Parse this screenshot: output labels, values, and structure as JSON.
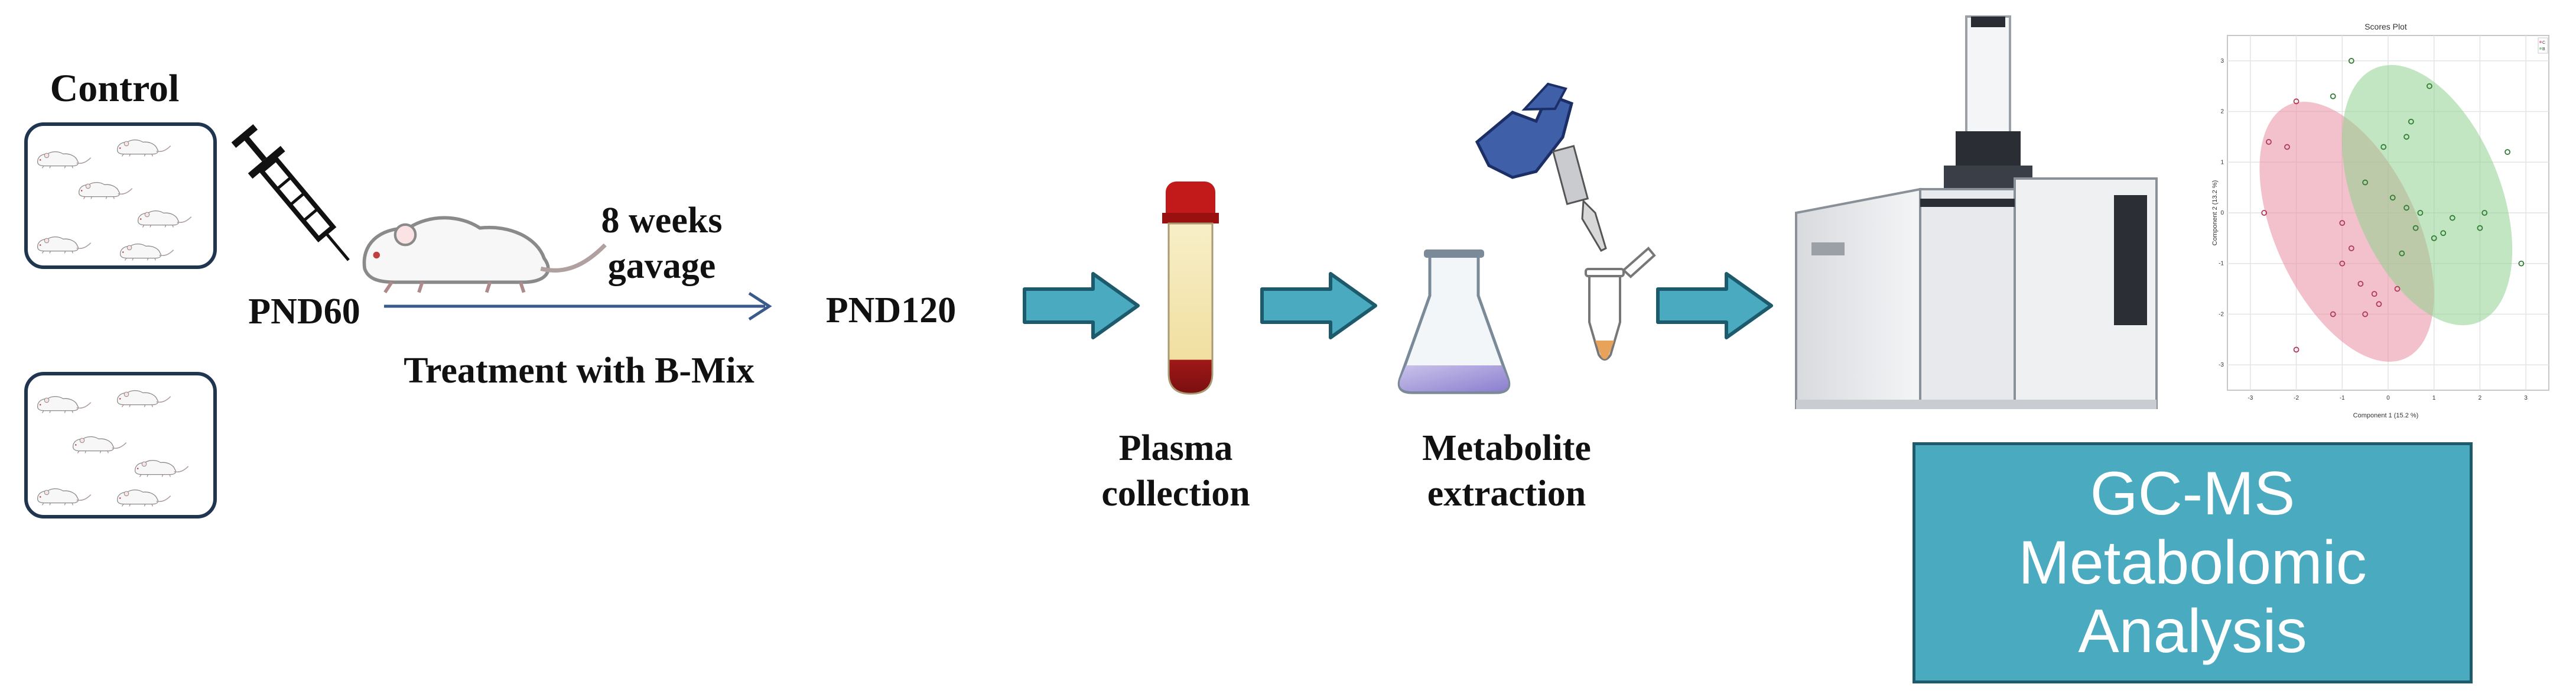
{
  "labels": {
    "control": "Control",
    "pnd60": "PND60",
    "duration_line1": "8 weeks",
    "duration_line2": "gavage",
    "treatment": "Treatment with B-Mix",
    "pnd120": "PND120",
    "plasma_line1": "Plasma",
    "plasma_line2": "collection",
    "metabolite_line1": "Metabolite",
    "metabolite_line2": "extraction"
  },
  "gcms_box": {
    "line1": "GC-MS",
    "line2": "Metabolomic",
    "line3": "Analysis"
  },
  "colors": {
    "flow_arrow_fill": "#4aaabf",
    "flow_arrow_stroke": "#1d5a6c",
    "gcms_box_fill": "#4aaabf",
    "timeline_arrow": "#3a5a8c",
    "group_red": "#e88ea0",
    "group_green": "#8fd28f"
  },
  "icons": [
    "mouse-icon",
    "syringe-icon",
    "blood-tube-icon",
    "flask-icon",
    "pipette-icon",
    "microtube-icon",
    "gcms-instrument-icon"
  ],
  "scores_plot": {
    "title": "Scores Plot",
    "xlabel": "Component 1 (15.2 %)",
    "ylabel": "Component 2 (13.2 %)",
    "x_ticks": [
      "-3",
      "-2",
      "-1",
      "0",
      "1",
      "2",
      "3"
    ],
    "y_ticks": [
      "3",
      "2",
      "1",
      "0",
      "-1",
      "-2",
      "-3"
    ],
    "legend": [
      "C",
      "B"
    ]
  },
  "chart_data": {
    "type": "scatter",
    "title": "Scores Plot",
    "xlabel": "Component 1 (15.2 %)",
    "ylabel": "Component 2 (13.2 %)",
    "xlim": [
      -3.5,
      3.5
    ],
    "ylim": [
      -3.5,
      3.5
    ],
    "grid": true,
    "legend_position": "top-right",
    "series": [
      {
        "name": "C",
        "color": "#e88ea0",
        "points": [
          [
            -2.0,
            2.2
          ],
          [
            -2.6,
            1.4
          ],
          [
            -2.2,
            1.3
          ],
          [
            -2.7,
            0.0
          ],
          [
            -0.8,
            -0.7
          ],
          [
            -1.0,
            -1.0
          ],
          [
            -0.6,
            -1.4
          ],
          [
            -0.3,
            -1.6
          ],
          [
            -0.2,
            -1.8
          ],
          [
            -0.5,
            -2.0
          ],
          [
            -1.2,
            -2.0
          ],
          [
            -2.0,
            -2.7
          ],
          [
            -1.0,
            -0.2
          ],
          [
            0.2,
            -1.5
          ]
        ]
      },
      {
        "name": "B",
        "color": "#8fd28f",
        "points": [
          [
            -0.8,
            3.0
          ],
          [
            0.9,
            2.5
          ],
          [
            -1.2,
            2.3
          ],
          [
            0.5,
            1.8
          ],
          [
            -0.1,
            1.3
          ],
          [
            0.4,
            1.5
          ],
          [
            -0.5,
            0.6
          ],
          [
            0.1,
            0.3
          ],
          [
            0.4,
            0.1
          ],
          [
            0.7,
            0.0
          ],
          [
            0.6,
            -0.3
          ],
          [
            1.2,
            -0.4
          ],
          [
            1.4,
            -0.1
          ],
          [
            2.0,
            -0.3
          ],
          [
            2.1,
            0.0
          ],
          [
            2.6,
            1.2
          ],
          [
            1.0,
            -0.5
          ],
          [
            2.9,
            -1.0
          ],
          [
            0.3,
            -0.8
          ]
        ]
      }
    ]
  }
}
